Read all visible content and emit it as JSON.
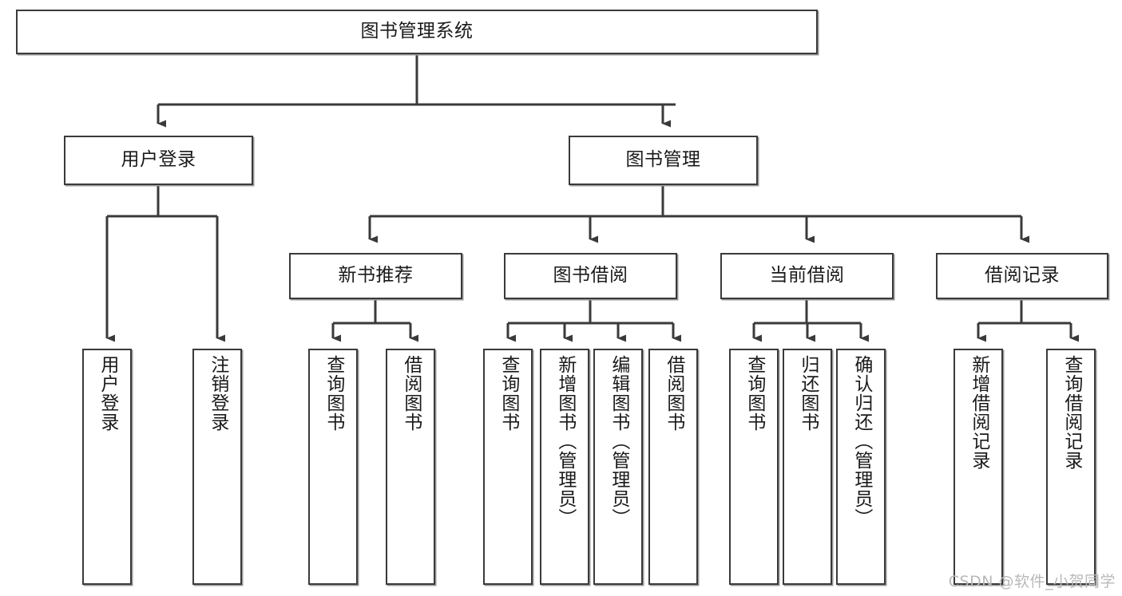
{
  "diagram": {
    "title": "图书管理系统",
    "type": "tree-hierarchy-diagram",
    "watermark": "CSDN @软件_小贺同学",
    "colors": {
      "node_border": "#3a3a3a",
      "node_fill": "#ffffff",
      "edge": "#3a3a3a",
      "text": "#1a1a1a",
      "watermark": "#b9b9b9",
      "background": "#ffffff"
    },
    "nodes": {
      "root": {
        "label": "图书管理系统"
      },
      "level2": [
        {
          "id": "user-login",
          "label": "用户登录"
        },
        {
          "id": "book-manage",
          "label": "图书管理"
        }
      ],
      "level3": [
        {
          "id": "new-book-recommend",
          "label": "新书推荐"
        },
        {
          "id": "book-borrow",
          "label": "图书借阅"
        },
        {
          "id": "current-borrow",
          "label": "当前借阅"
        },
        {
          "id": "borrow-record",
          "label": "借阅记录"
        }
      ],
      "leaves": {
        "user_login": [
          {
            "id": "leaf-user-login",
            "label": "用户登录"
          },
          {
            "id": "leaf-logout-login",
            "label": "注销登录"
          }
        ],
        "new_book_recommend": [
          {
            "id": "leaf-query-book-1",
            "label": "查询图书"
          },
          {
            "id": "leaf-borrow-book-1",
            "label": "借阅图书"
          }
        ],
        "book_borrow": [
          {
            "id": "leaf-query-book-2",
            "label": "查询图书"
          },
          {
            "id": "leaf-add-book",
            "label": "新增图书（管理员）"
          },
          {
            "id": "leaf-edit-book",
            "label": "编辑图书（管理员）"
          },
          {
            "id": "leaf-borrow-book-2",
            "label": "借阅图书"
          }
        ],
        "current_borrow": [
          {
            "id": "leaf-query-book-3",
            "label": "查询图书"
          },
          {
            "id": "leaf-return-book",
            "label": "归还图书"
          },
          {
            "id": "leaf-confirm-return",
            "label": "确认归还（管理员）"
          }
        ],
        "borrow_record": [
          {
            "id": "leaf-add-borrow-record",
            "label": "新增借阅记录"
          },
          {
            "id": "leaf-query-borrow-record",
            "label": "查询借阅记录"
          }
        ]
      }
    }
  }
}
